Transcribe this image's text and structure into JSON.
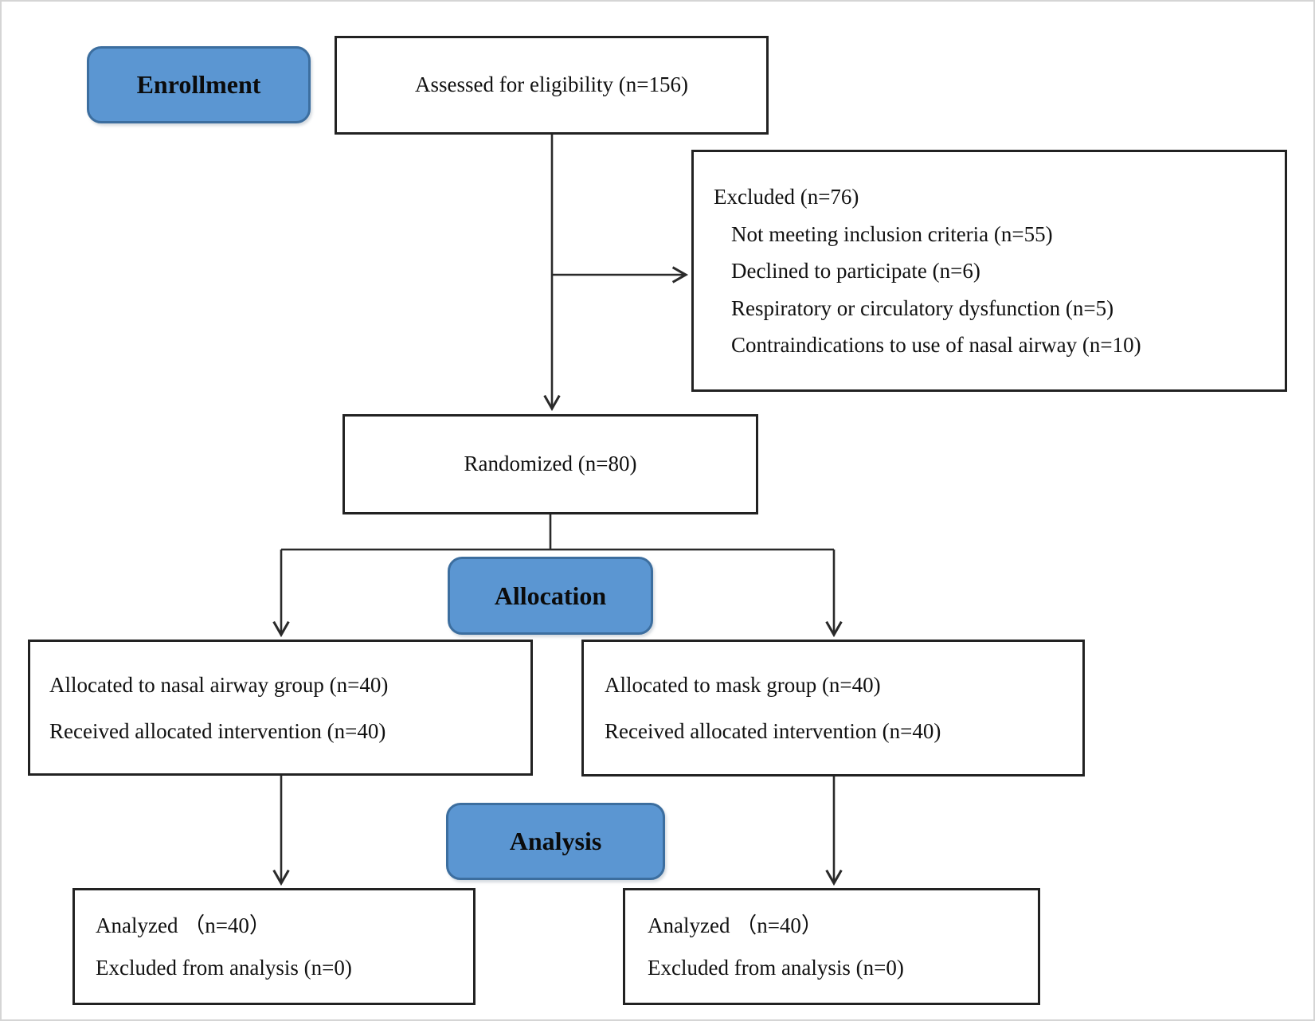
{
  "colors": {
    "stage_fill": "#5b96d2",
    "stage_border": "#3c6e9f",
    "line_color": "#2a2a2a",
    "box_border": "#222222",
    "page_border": "#d5d5d5"
  },
  "stages": {
    "enrollment": "Enrollment",
    "allocation": "Allocation",
    "analysis": "Analysis"
  },
  "boxes": {
    "assessed": {
      "lines": [
        "Assessed for eligibility (n=156)"
      ]
    },
    "excluded": {
      "title": "Excluded (n=76)",
      "items": [
        "Not meeting inclusion criteria (n=55)",
        "Declined to participate (n=6)",
        "Respiratory or circulatory dysfunction (n=5)",
        "Contraindications to use of nasal airway (n=10)"
      ]
    },
    "randomized": {
      "lines": [
        "Randomized (n=80)"
      ]
    },
    "alloc_left": {
      "lines": [
        "Allocated to nasal airway group (n=40)",
        "Received allocated intervention (n=40)"
      ]
    },
    "alloc_right": {
      "lines": [
        "Allocated to mask group (n=40)",
        "Received allocated intervention (n=40)"
      ]
    },
    "analyzed_left": {
      "lines": [
        "Analyzed （n=40）",
        "Excluded from analysis (n=0)"
      ]
    },
    "analyzed_right": {
      "lines": [
        "Analyzed （n=40）",
        "Excluded from analysis (n=0)"
      ]
    }
  }
}
